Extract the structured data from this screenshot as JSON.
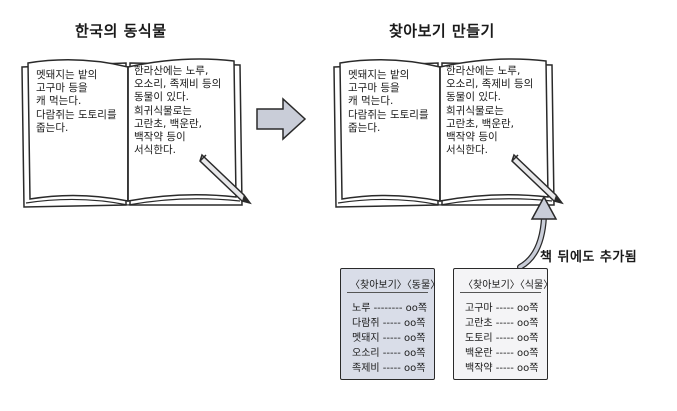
{
  "left_title": "한국의 동식물",
  "right_title": "찾아보기 만들기",
  "book": {
    "left_page": "멧돼지는 밭의\n고구마 등을\n캐 먹는다.\n다람쥐는 도토리를\n줍는다.",
    "right_page": "한라산에는 노루,\n오소리, 족제비 등의\n동물이 있다.\n희귀식물로는\n고란초, 백운란,\n백작약 등이\n서식한다."
  },
  "note": "책 뒤에도 추가됨",
  "index_cards": {
    "animals": {
      "header": "〈찾아보기〉〈동물〉",
      "rows": [
        "노루 -------- oo쪽",
        "다람쥐 ----- oo쪽",
        "멧돼지 ----- oo쪽",
        "오소리 ----- oo쪽",
        "족제비 ----- oo쪽"
      ]
    },
    "plants": {
      "header": "〈찾아보기〉〈식물〉",
      "rows": [
        "고구마 ----- oo쪽",
        "고란초 ----- oo쪽",
        "도토리 ----- oo쪽",
        "백운란 ----- oo쪽",
        "백작약 ----- oo쪽"
      ]
    }
  },
  "colors": {
    "animals_card": "#d9dde8",
    "plants_card": "#f4f4f6",
    "arrow_fill": "#c9cdd8",
    "outline": "#2a2a2a"
  }
}
